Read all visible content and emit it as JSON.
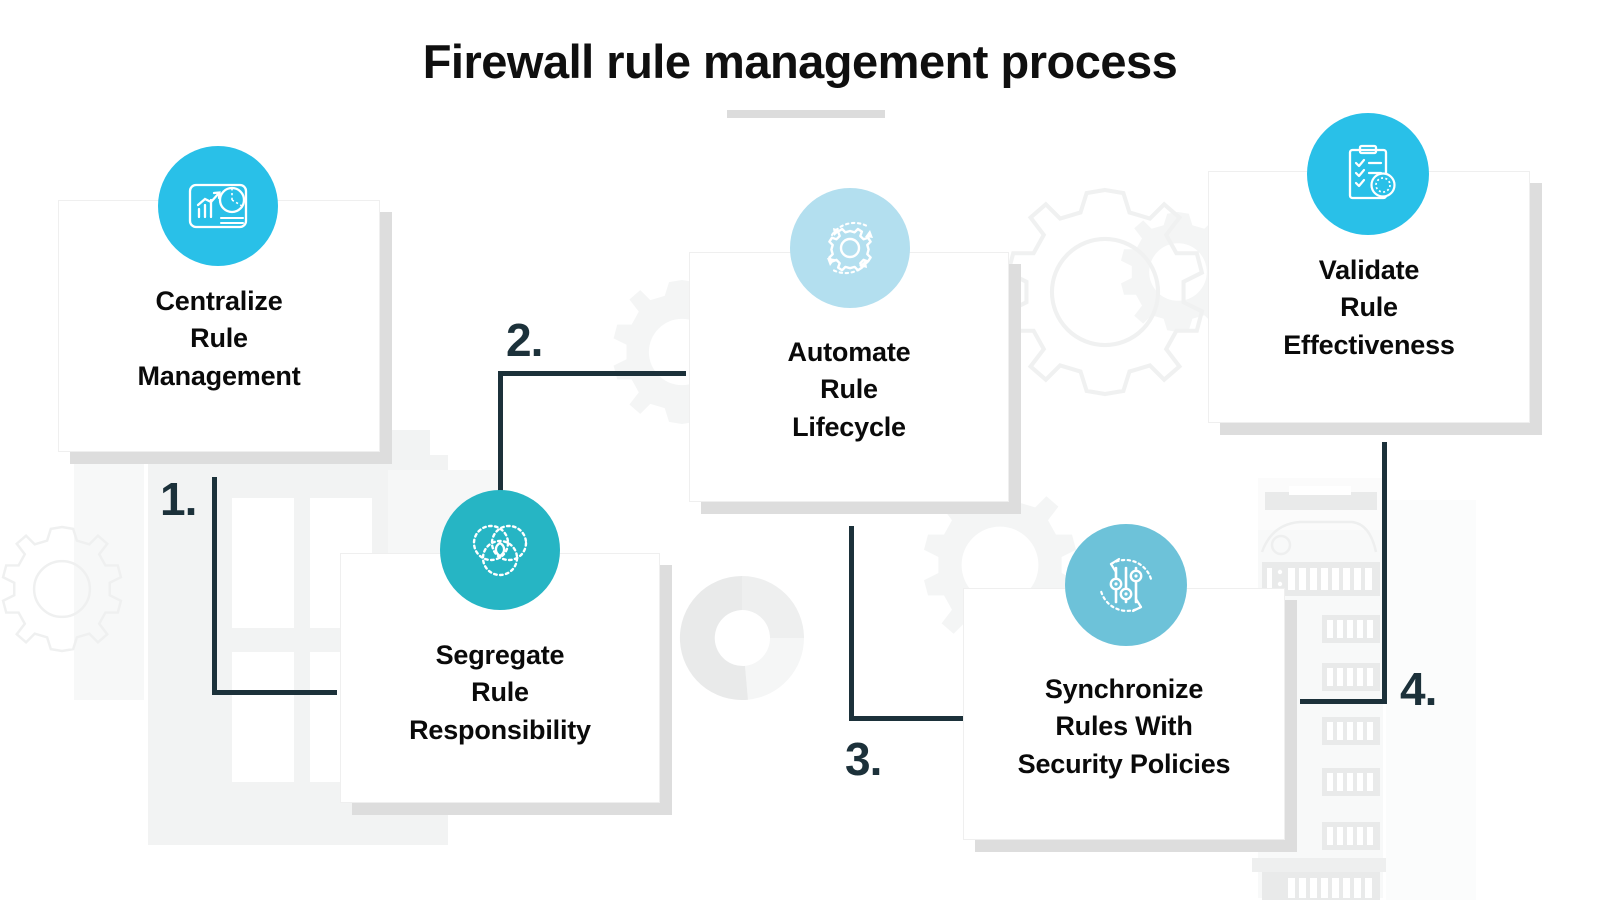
{
  "page": {
    "title": "Firewall rule management process",
    "background_color": "#ffffff",
    "text_color": "#0a0a0a",
    "connector_color": "#1c313a",
    "underline_color": "#dcdcdc"
  },
  "steps": [
    {
      "number": "1.",
      "title_lines": [
        "Centralize",
        "Rule",
        "Management"
      ],
      "icon_name": "dashboard-analytics-icon",
      "bubble_color": "#29c0e8"
    },
    {
      "number": "2.",
      "title_lines": [
        "Segregate",
        "Rule",
        "Responsibility"
      ],
      "icon_name": "venn-diagram-icon",
      "bubble_color": "#26b5c4"
    },
    {
      "number": "3.",
      "title_lines": [
        "Automate",
        "Rule",
        "Lifecycle"
      ],
      "icon_name": "gear-cycle-icon",
      "bubble_color": "#b3dfef"
    },
    {
      "number": "4.",
      "title_lines": [
        "Synchronize",
        "Rules With",
        "Security Policies"
      ],
      "icon_name": "sliders-sync-icon",
      "bubble_color": "#6dc2d9"
    },
    {
      "number": "",
      "title_lines": [
        "Validate",
        "Rule",
        "Effectiveness"
      ],
      "icon_name": "clipboard-checklist-seal-icon",
      "bubble_color": "#29c0e8"
    }
  ],
  "background": {
    "watermark_names": [
      "gear-outline-left",
      "gear-outline-large-center",
      "gear-filled-center",
      "donut-chart",
      "server-rack",
      "building-blocks"
    ],
    "watermark_color": "#f0f1f1"
  }
}
